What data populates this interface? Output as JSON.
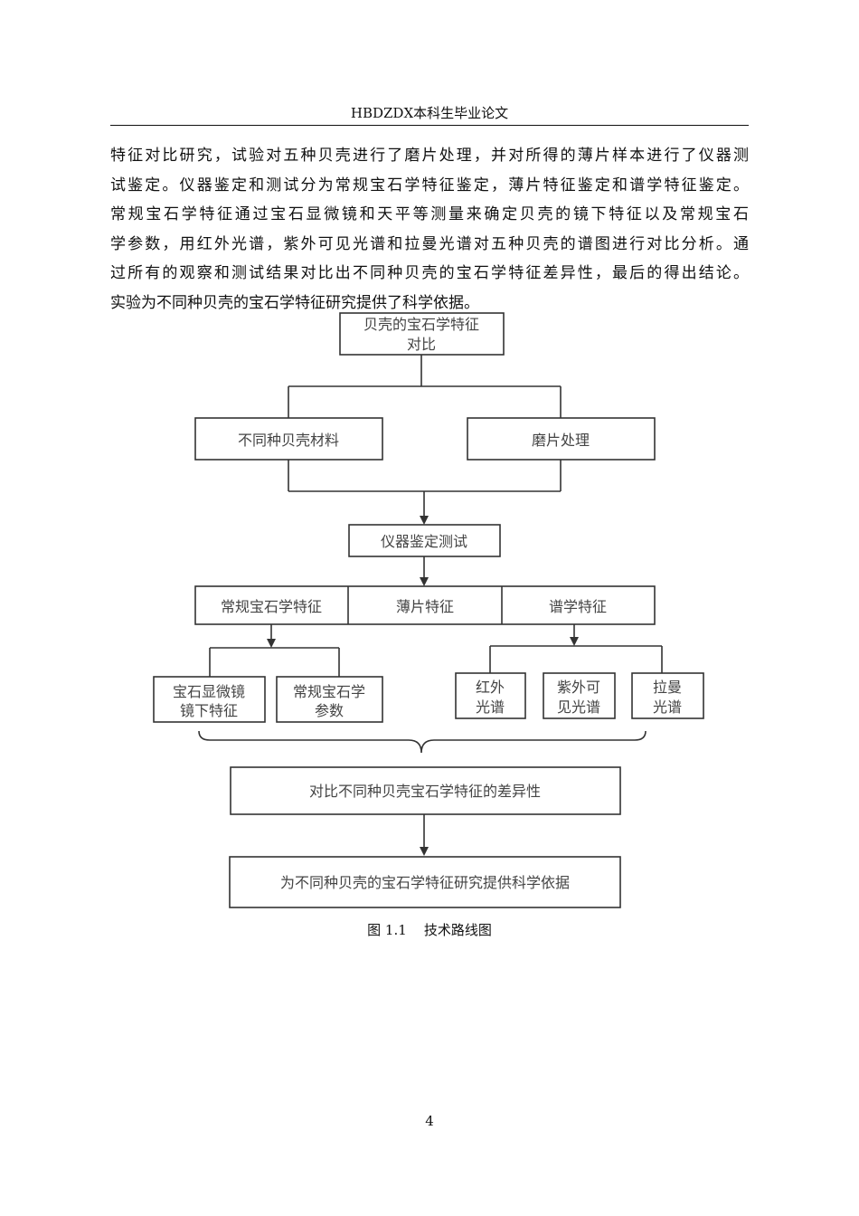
{
  "header": {
    "title": "HBDZDX本科生毕业论文"
  },
  "body_text": {
    "lines": [
      "特征对比研究，试验对五种贝壳进行了磨片处理，并对所得的薄片样本进行了仪器测",
      "试鉴定。仪器鉴定和测试分为常规宝石学特征鉴定，薄片特征鉴定和谱学特征鉴定。",
      "常规宝石学特征通过宝石显微镜和天平等测量来确定贝壳的镜下特征以及常规宝石",
      "学参数，用红外光谱，紫外可见光谱和拉曼光谱对五种贝壳的谱图进行对比分析。通",
      "过所有的观察和测试结果对比出不同种贝壳的宝石学特征差异性，最后的得出结论。",
      "实验为不同种贝壳的宝石学特征研究提供了科学依据。"
    ]
  },
  "flowchart": {
    "top": [
      "贝壳的宝石学特征",
      "对比"
    ],
    "materials": "不同种贝壳材料",
    "grinding": "磨片处理",
    "instrument": "仪器鉴定测试",
    "categories": [
      "常规宝石学特征",
      "薄片特征",
      "谱学特征"
    ],
    "gem_boxes": [
      [
        "宝石显微镜",
        "镜下特征"
      ],
      [
        "常规宝石学",
        "参数"
      ]
    ],
    "spectra_boxes": [
      [
        "红外",
        "光谱"
      ],
      [
        "紫外可",
        "见光谱"
      ],
      [
        "拉曼",
        "光谱"
      ]
    ],
    "compare": "对比不同种贝壳宝石学特征的差异性",
    "conclusion": "为不同种贝壳的宝石学特征研究提供科学依据"
  },
  "caption": {
    "label": "图 1.1",
    "title": "技术路线图"
  },
  "page_number": "4"
}
